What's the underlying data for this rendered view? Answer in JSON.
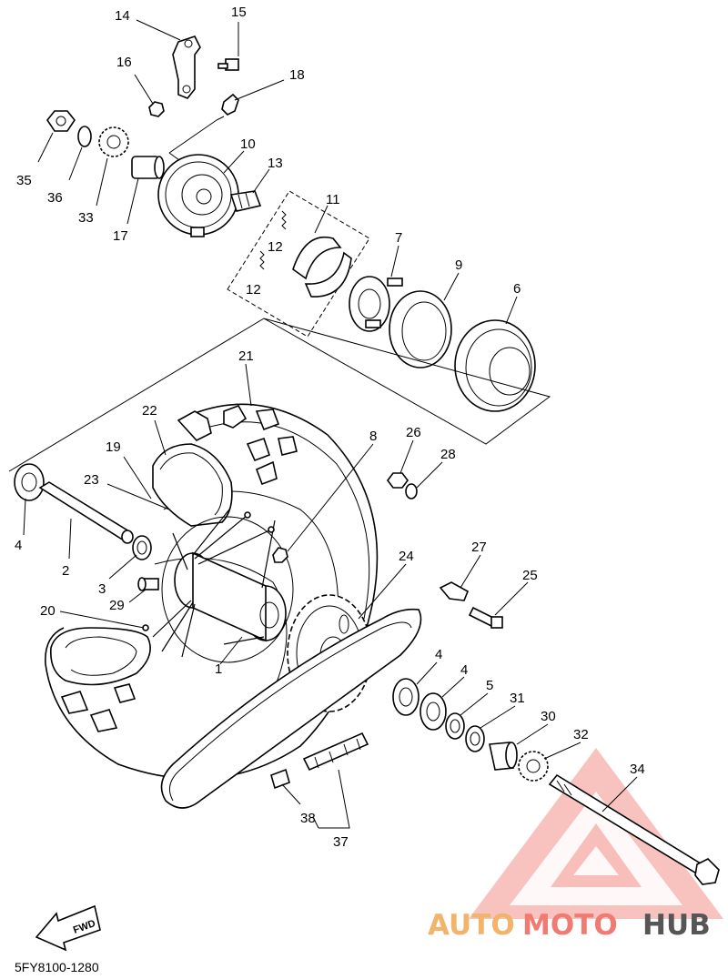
{
  "diagram": {
    "code": "5FY8100-1280",
    "fwd_label": "FWD",
    "watermark": {
      "part1": "AUTO",
      "part2": "MOTO",
      "part3": "HUB",
      "color_light": "#f2b36b",
      "color_red": "#f07b73",
      "color_dark": "#565656"
    },
    "callouts": {
      "c1": "1",
      "c2": "2",
      "c3": "3",
      "c4a": "4",
      "c4b": "4",
      "c4c": "4",
      "c5": "5",
      "c6": "6",
      "c7": "7",
      "c8": "8",
      "c9": "9",
      "c10": "10",
      "c11": "11",
      "c12a": "12",
      "c12b": "12",
      "c13": "13",
      "c14": "14",
      "c15": "15",
      "c16": "16",
      "c17": "17",
      "c18": "18",
      "c19": "19",
      "c20": "20",
      "c21": "21",
      "c22": "22",
      "c23": "23",
      "c24": "24",
      "c25": "25",
      "c26": "26",
      "c27": "27",
      "c28": "28",
      "c29": "29",
      "c30": "30",
      "c31": "31",
      "c32": "32",
      "c33": "33",
      "c34": "34",
      "c35": "35",
      "c36": "36",
      "c37": "37",
      "c38": "38"
    }
  }
}
